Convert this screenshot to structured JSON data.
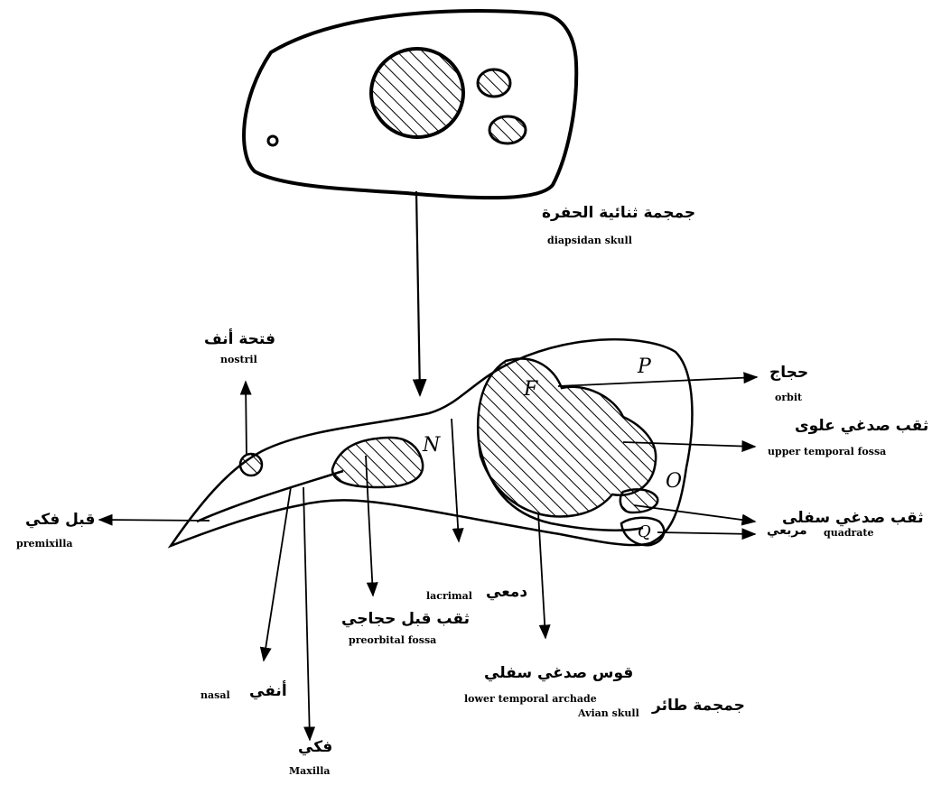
{
  "labels": {
    "diapsid": {
      "ar": "جمجمة ثنائية الحفرة",
      "en": "diapsidan skull"
    },
    "nostril": {
      "ar": "فتحة أنف",
      "en": "nostril"
    },
    "orbit": {
      "ar": "حجاج",
      "en": "orbit"
    },
    "upper_fossa": {
      "ar": "ثقب صدغي علوى",
      "en": "upper temporal fossa"
    },
    "lower_fossa": {
      "ar": "ثقب صدغي سفلى"
    },
    "quadrate": {
      "ar": "مربعي",
      "en": "quadrate"
    },
    "premaxilla": {
      "ar": "قبل فكي",
      "en": "premixilla"
    },
    "lacrimal": {
      "ar": "دمعي",
      "en": "lacrimal"
    },
    "preorbital": {
      "ar": "ثقب قبل حجاجي",
      "en": "preorbital fossa"
    },
    "lower_arch": {
      "ar": "قوس صدغي سفلي",
      "en": "lower temporal archade"
    },
    "nasal": {
      "ar": "أنفي",
      "en": "nasal"
    },
    "maxilla": {
      "ar": "فكي",
      "en": "Maxilla"
    },
    "avian": {
      "ar": "جمجمة طائر",
      "en": "Avian skull"
    }
  },
  "bone_letters": {
    "frontal": "F",
    "parietal": "P",
    "nasal": "N",
    "squamosal": "O",
    "quadrate": "Q"
  }
}
